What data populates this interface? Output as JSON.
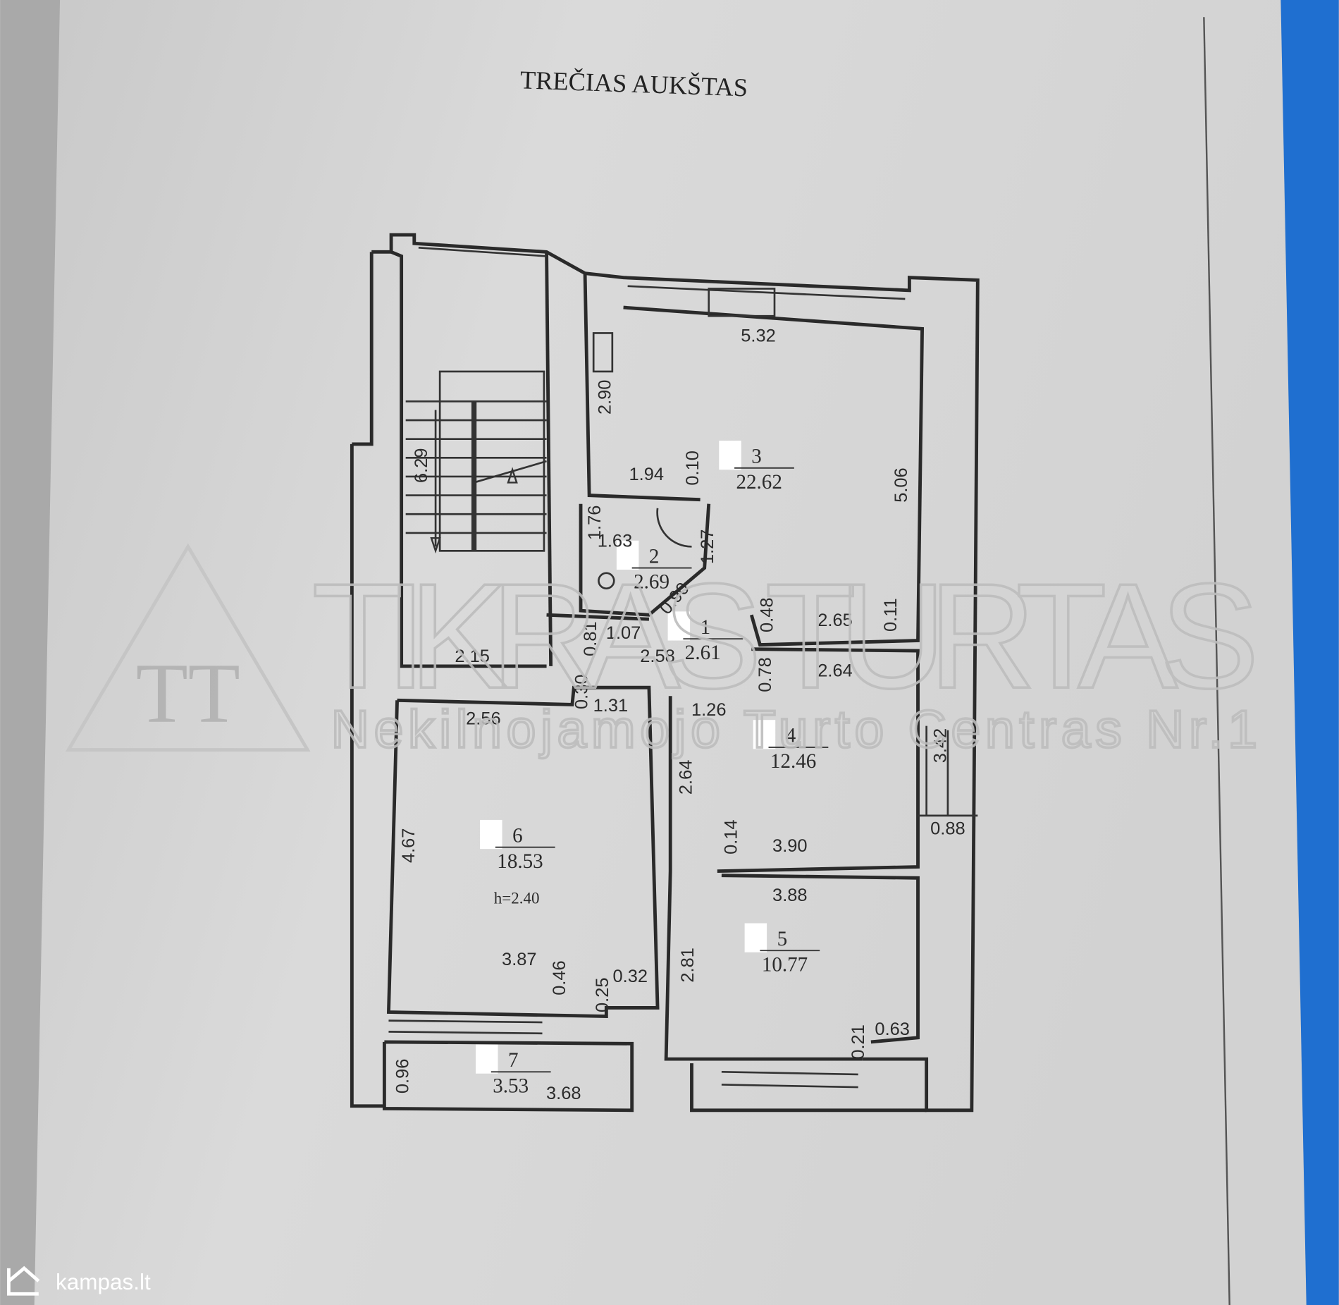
{
  "document": {
    "title": "TREČIAS AUKŠTAS",
    "ceiling_height_label": "h=2.40"
  },
  "rooms": [
    {
      "number": "1",
      "area": "2.61"
    },
    {
      "number": "2",
      "area": "2.69"
    },
    {
      "number": "3",
      "area": "22.62"
    },
    {
      "number": "4",
      "area": "12.46"
    },
    {
      "number": "5",
      "area": "10.77"
    },
    {
      "number": "6",
      "area": "18.53"
    },
    {
      "number": "7",
      "area": "3.53"
    }
  ],
  "dimensions": [
    "5.32",
    "2.90",
    "6.29",
    "1.94",
    "0.10",
    "5.06",
    "1.76",
    "1.63",
    "1.27",
    "0.90",
    "0.48",
    "2.65",
    "0.11",
    "1.07",
    "0.81",
    "2.15",
    "2.58",
    "0.78",
    "2.64",
    "0.30",
    "1.31",
    "2.56",
    "1.26",
    "3.42",
    "2.64",
    "4.67",
    "0.14",
    "3.90",
    "0.88",
    "3.88",
    "2.81",
    "3.87",
    "0.46",
    "0.25",
    "0.32",
    "0.21",
    "0.63",
    "0.96",
    "3.68"
  ],
  "watermark": {
    "brand": "TIKRAS TURTAS",
    "tagline": "Nekilnojamojo Turto Centras Nr.1",
    "logo_letters": "TT"
  },
  "source_logo": {
    "text": "kampas.lt"
  },
  "colors": {
    "paper": "#d9d9d9",
    "ink": "#2a2a2a",
    "binder_blue": "#1f6fd0",
    "watermark": "#bdbdbd"
  }
}
